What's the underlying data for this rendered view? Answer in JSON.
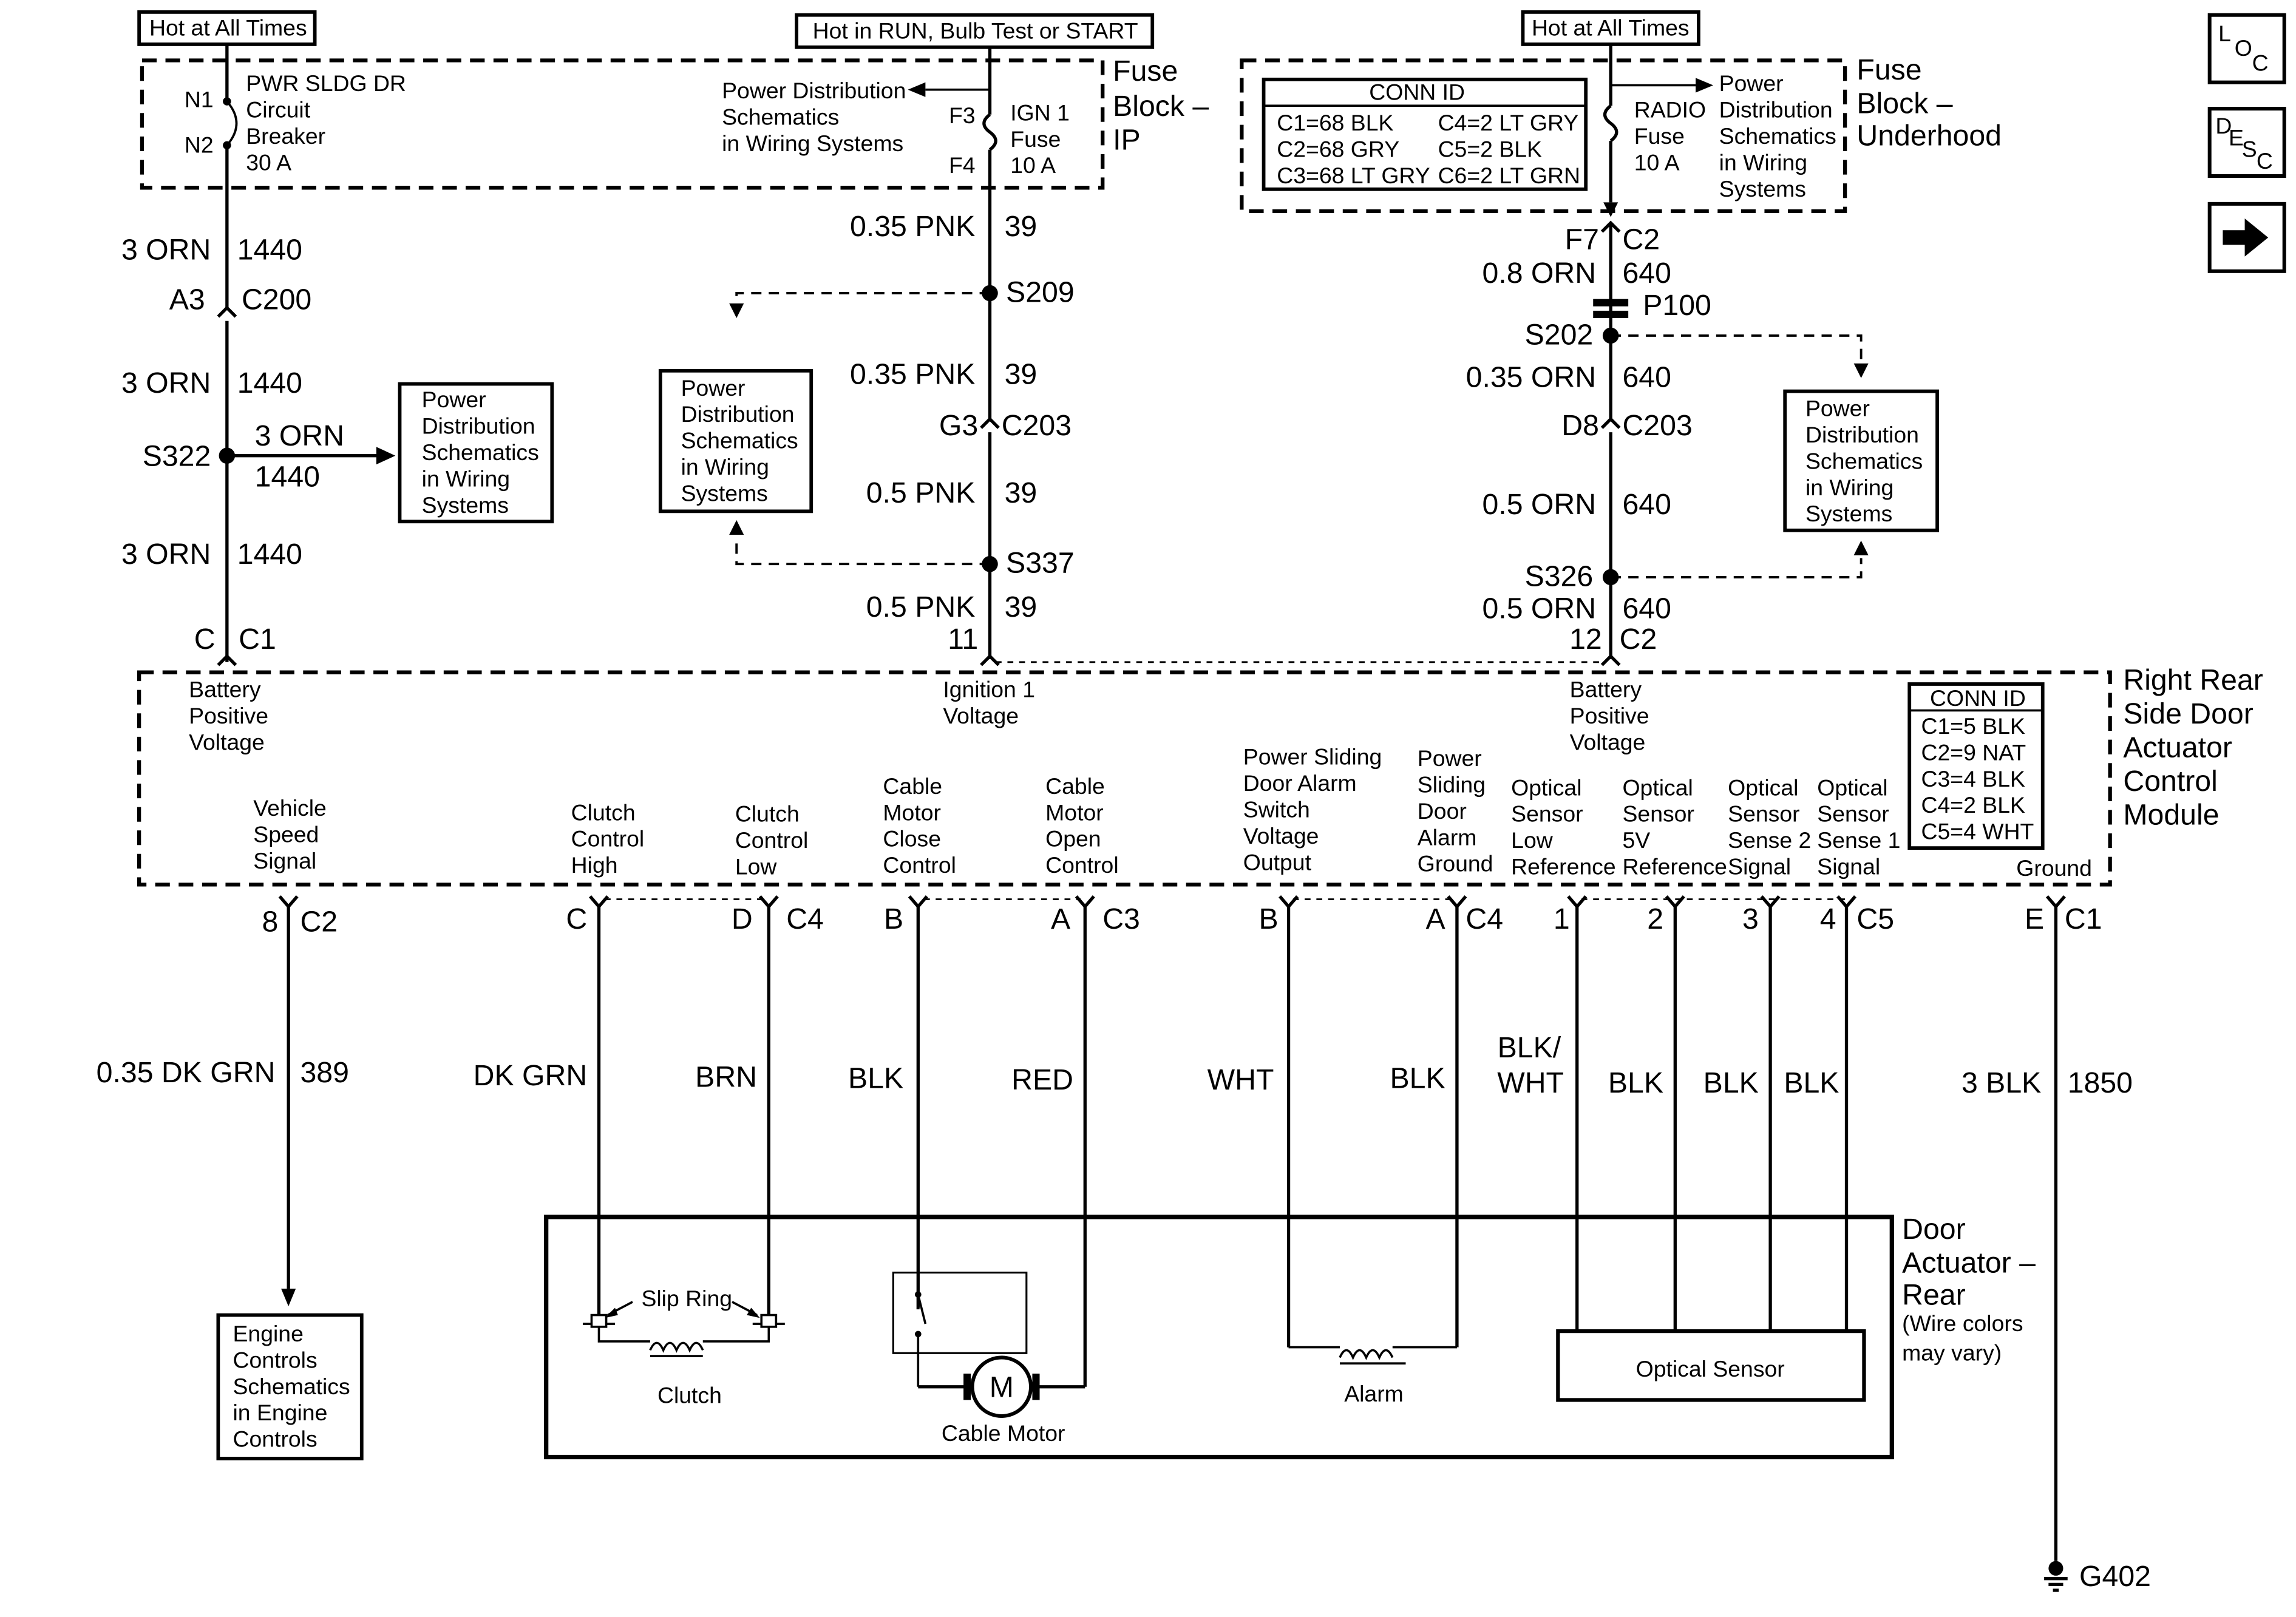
{
  "power_sources": {
    "left": "Hot at All Times",
    "middle": "Hot in RUN, Bulb Test or START",
    "right": "Hot at All Times"
  },
  "fuse_block_ip": {
    "title_lines": [
      "Fuse",
      "Block –",
      "IP"
    ],
    "breaker_pins": [
      "N1",
      "N2"
    ],
    "breaker_lines": [
      "PWR SLDG DR",
      "Circuit",
      "Breaker",
      "30 A"
    ],
    "fuse_pins": [
      "F3",
      "F4"
    ],
    "fuse_lines": [
      "IGN 1",
      "Fuse",
      "10 A"
    ],
    "ref_lines": [
      "Power Distribution",
      "Schematics",
      "in Wiring Systems"
    ]
  },
  "fuse_block_underhood": {
    "title_lines": [
      "Fuse",
      "Block –",
      "Underhood"
    ],
    "conn_id_title": "CONN ID",
    "conn_ids": [
      [
        "C1=68 BLK",
        "C4=2 LT GRY"
      ],
      [
        "C2=68 GRY",
        "C5=2 BLK"
      ],
      [
        "C3=68 LT GRY",
        "C6=2 LT GRN"
      ]
    ],
    "fuse_lines": [
      "RADIO",
      "Fuse",
      "10 A"
    ],
    "ref_lines": [
      "Power",
      "Distribution",
      "Schematics",
      "in Wiring",
      "Systems"
    ]
  },
  "circuit_left": {
    "seg1": [
      "3 ORN",
      "1440"
    ],
    "conn_a3": [
      "A3",
      "C200"
    ],
    "seg2": [
      "3 ORN",
      "1440"
    ],
    "splice": "S322",
    "branch": [
      "3 ORN",
      "1440"
    ],
    "seg3": [
      "3 ORN",
      "1440"
    ],
    "module_conn": [
      "C",
      "C1"
    ],
    "ref_lines": [
      "Power",
      "Distribution",
      "Schematics",
      "in Wiring",
      "Systems"
    ]
  },
  "circuit_mid": {
    "seg1": [
      "0.35 PNK",
      "39"
    ],
    "splice1": "S209",
    "seg2": [
      "0.35 PNK",
      "39"
    ],
    "conn": [
      "G3",
      "C203"
    ],
    "seg3": [
      "0.5 PNK",
      "39"
    ],
    "splice2": "S337",
    "seg4": [
      "0.5 PNK",
      "39"
    ],
    "module_pin": "11",
    "ref_lines": [
      "Power",
      "Distribution",
      "Schematics",
      "in Wiring",
      "Systems"
    ]
  },
  "circuit_right": {
    "conn_top": [
      "F7",
      "C2"
    ],
    "seg1": [
      "0.8 ORN",
      "640"
    ],
    "pass_through": "P100",
    "splice1": "S202",
    "seg2": [
      "0.35 ORN",
      "640"
    ],
    "conn": [
      "D8",
      "C203"
    ],
    "seg3": [
      "0.5 ORN",
      "640"
    ],
    "splice2": "S326",
    "seg4": [
      "0.5 ORN",
      "640"
    ],
    "module_conn": [
      "12",
      "C2"
    ],
    "ref_lines": [
      "Power",
      "Distribution",
      "Schematics",
      "in Wiring",
      "Systems"
    ]
  },
  "module": {
    "title_lines": [
      "Right Rear",
      "Side Door",
      "Actuator",
      "Control",
      "Module"
    ],
    "conn_id_title": "CONN ID",
    "conn_ids": [
      "C1=5 BLK",
      "C2=9 NAT",
      "C3=4 BLK",
      "C4=2 BLK",
      "C5=4 WHT"
    ],
    "top_labels": {
      "batt1": [
        "Battery",
        "Positive",
        "Voltage"
      ],
      "ign": [
        "Ignition 1",
        "Voltage"
      ],
      "batt2": [
        "Battery",
        "Positive",
        "Voltage"
      ]
    },
    "bottom_labels": {
      "vss": [
        "Vehicle",
        "Speed",
        "Signal"
      ],
      "cch": [
        "Clutch",
        "Control",
        "High"
      ],
      "ccl": [
        "Clutch",
        "Control",
        "Low"
      ],
      "cmc": [
        "Cable",
        "Motor",
        "Close",
        "Control"
      ],
      "cmo": [
        "Cable",
        "Motor",
        "Open",
        "Control"
      ],
      "psa": [
        "Power Sliding",
        "Door Alarm",
        "Switch",
        "Voltage",
        "Output"
      ],
      "pag": [
        "Power",
        "Sliding",
        "Door",
        "Alarm",
        "Ground"
      ],
      "osl": [
        "Optical",
        "Sensor",
        "Low",
        "Reference"
      ],
      "os5": [
        "Optical",
        "Sensor",
        "5V",
        "Reference"
      ],
      "os2": [
        "Optical",
        "Sensor",
        "Sense 2",
        "Signal"
      ],
      "os1": [
        "Optical",
        "Sensor",
        "Sense 1",
        "Signal"
      ],
      "gnd": "Ground"
    }
  },
  "pins": {
    "vss": [
      "8",
      "C2"
    ],
    "cch": "C",
    "ccl": [
      "D",
      "C4"
    ],
    "cmc": "B",
    "cmo": [
      "A",
      "C3"
    ],
    "psa": "B",
    "pag": [
      "A",
      "C4"
    ],
    "os": [
      "1",
      "2",
      "3",
      "4"
    ],
    "os_conn": "C5",
    "gnd": [
      "E",
      "C1"
    ]
  },
  "wires": {
    "vss": [
      "0.35 DK GRN",
      "389"
    ],
    "cch": "DK GRN",
    "ccl": "BRN",
    "cmc": "BLK",
    "cmo": "RED",
    "psa": "WHT",
    "pag": "BLK",
    "os1": [
      "BLK/",
      "WHT"
    ],
    "os2": "BLK",
    "os3": "BLK",
    "os4": "BLK",
    "gnd": [
      "3 BLK",
      "1850"
    ]
  },
  "engine_ref": [
    "Engine",
    "Controls",
    "Schematics",
    "in Engine",
    "Controls"
  ],
  "actuator": {
    "title_lines": [
      "Door",
      "Actuator –",
      "Rear"
    ],
    "note_lines": [
      "(Wire colors",
      "may vary)"
    ],
    "slip_ring": "Slip Ring",
    "clutch": "Clutch",
    "motor_symbol": "M",
    "cable_motor": "Cable Motor",
    "alarm": "Alarm",
    "optical_sensor": "Optical Sensor"
  },
  "ground": "G402",
  "nav": {
    "loc": [
      "L",
      "O",
      "C"
    ],
    "desc": [
      "D",
      "E",
      "S",
      "C"
    ],
    "next_icon": "right-arrow-icon"
  }
}
